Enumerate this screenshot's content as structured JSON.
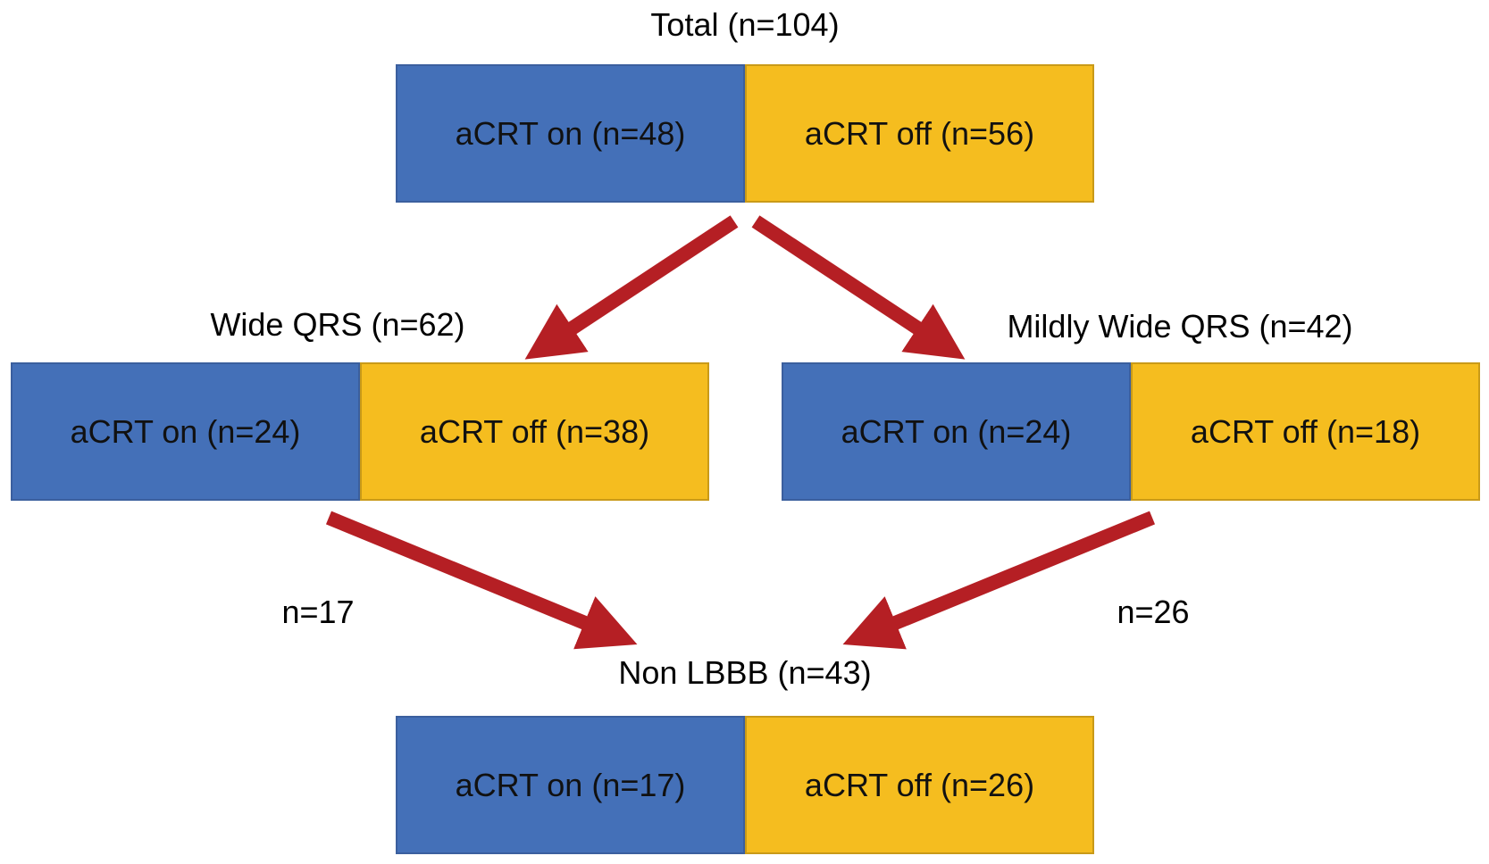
{
  "colors": {
    "on": "#4470b8",
    "off": "#f5bd1f",
    "arrow": "#b51f24"
  },
  "top": {
    "title": "Total (n=104)",
    "on_label": "aCRT on (n=48)",
    "off_label": "aCRT off (n=56)"
  },
  "left": {
    "title": "Wide QRS (n=62)",
    "on_label": "aCRT on (n=24)",
    "off_label": "aCRT off (n=38)"
  },
  "right": {
    "title": "Mildly Wide QRS (n=42)",
    "on_label": "aCRT on (n=24)",
    "off_label": "aCRT off (n=18)"
  },
  "bottom": {
    "title": "Non LBBB (n=43)",
    "on_label": "aCRT on (n=17)",
    "off_label": "aCRT off (n=26)"
  },
  "flows": {
    "left_count": "n=17",
    "right_count": "n=26"
  }
}
